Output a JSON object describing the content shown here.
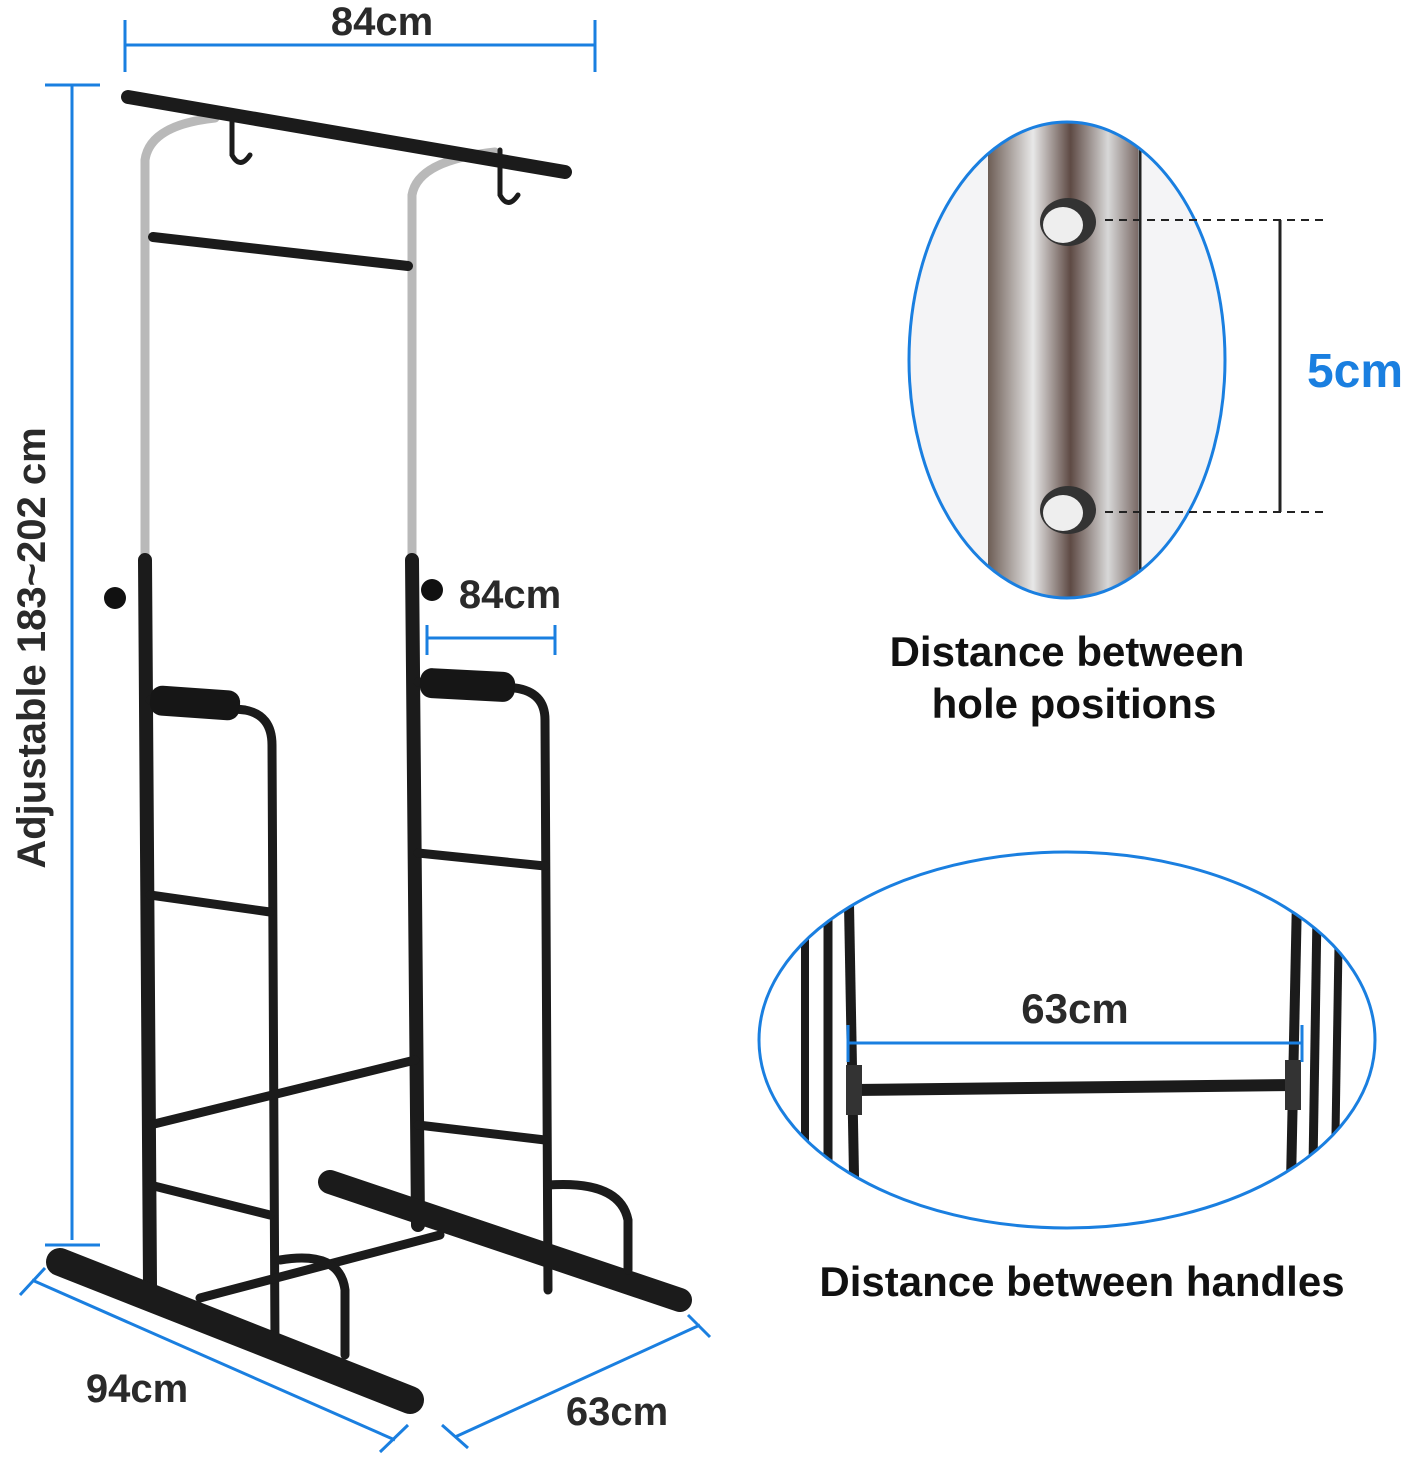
{
  "dimensions": {
    "top_width": "84cm",
    "height": "Adjustable 183~202 cm",
    "handle_length": "84cm",
    "base_depth": "94cm",
    "base_width": "63cm"
  },
  "detail_holes": {
    "spacing": "5cm",
    "caption_line1": "Distance between",
    "caption_line2": "hole positions"
  },
  "detail_handles": {
    "spacing": "63cm",
    "caption": "Distance between handles"
  },
  "colors": {
    "accent": "#1a7fe0",
    "frame": "#1b1b1b",
    "text": "#2a2a2a"
  }
}
